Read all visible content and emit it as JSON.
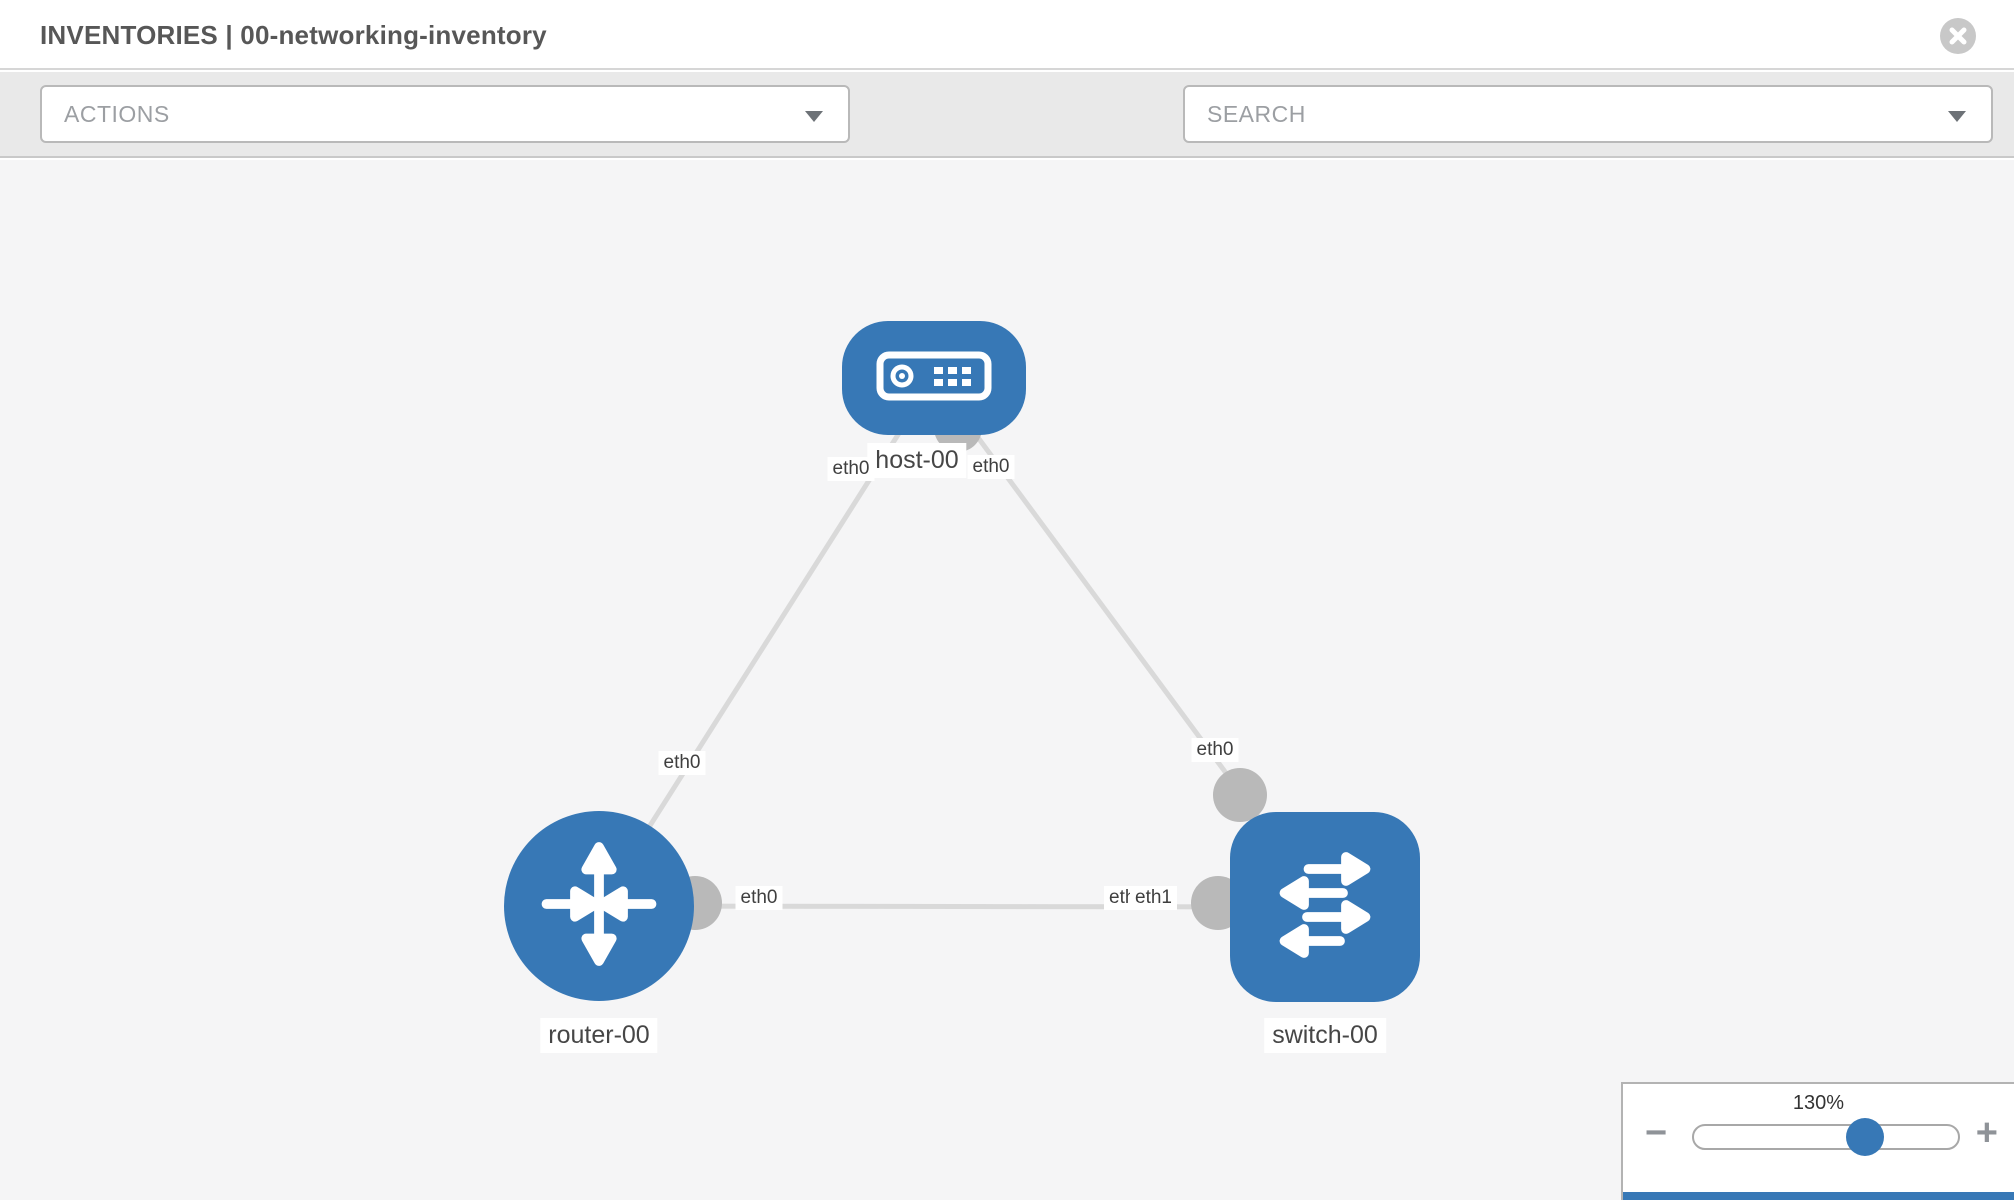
{
  "header": {
    "title": "INVENTORIES | 00-networking-inventory"
  },
  "toolbar": {
    "actions_label": "ACTIONS",
    "search_placeholder": "SEARCH",
    "tools": [
      {
        "icon": "wrench-icon"
      },
      {
        "icon": "key-icon"
      }
    ]
  },
  "topology": {
    "nodes": [
      {
        "id": "host-00",
        "type": "host",
        "label": "host-00",
        "shape": "rounded-rect"
      },
      {
        "id": "router-00",
        "type": "router",
        "label": "router-00",
        "shape": "circle"
      },
      {
        "id": "switch-00",
        "type": "switch",
        "label": "switch-00",
        "shape": "rounded-square"
      }
    ],
    "links": [
      {
        "from": "host-00",
        "to": "router-00",
        "from_interface": "eth0",
        "to_interface": "eth0"
      },
      {
        "from": "host-00",
        "to": "switch-00",
        "from_interface": "eth0",
        "to_interface": "eth0"
      },
      {
        "from": "router-00",
        "to": "switch-00",
        "from_interface": "eth0",
        "to_interface": "eth1"
      }
    ],
    "overlap_fragment_label": "eth0"
  },
  "zoom_control": {
    "level": "130%",
    "minus_label": "−",
    "plus_label": "+"
  },
  "colors": {
    "node_blue": "#3778b6",
    "edge_gray": "#d9d9d9",
    "port_gray": "#b9b9b9",
    "toolbar_gray": "#e9e9e9",
    "canvas_gray": "#f5f5f6"
  }
}
